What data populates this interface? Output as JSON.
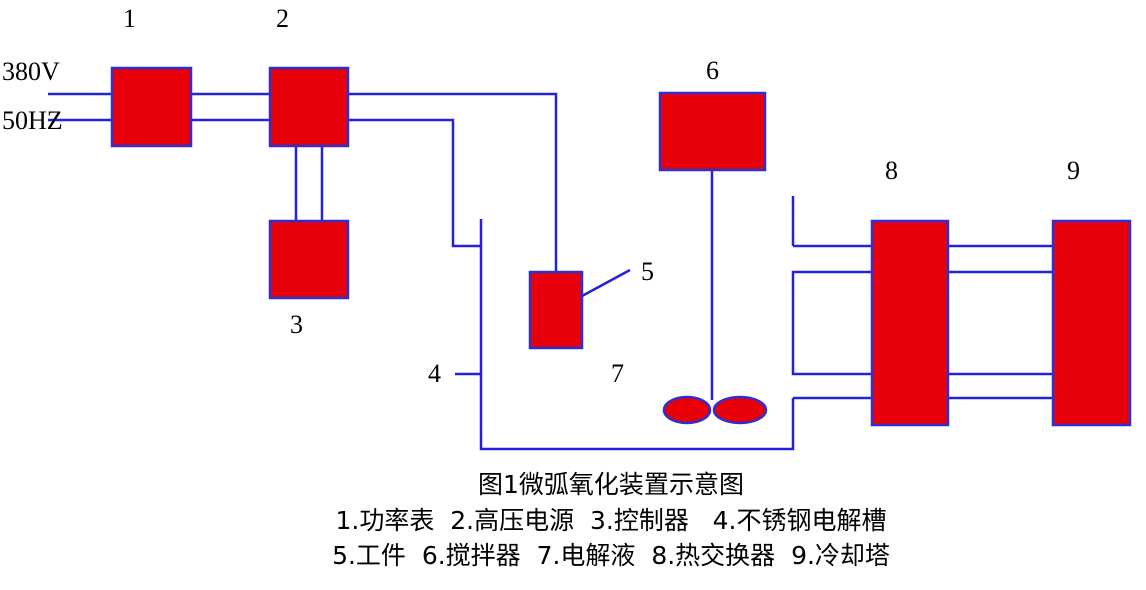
{
  "input_labels": {
    "voltage": "380V",
    "frequency": "50HZ"
  },
  "component_numbers": {
    "n1": "1",
    "n2": "2",
    "n3": "3",
    "n4": "4",
    "n5": "5",
    "n6": "6",
    "n7": "7",
    "n8": "8",
    "n9": "9"
  },
  "caption": {
    "title": "图1微弧氧化装置示意图",
    "legend_line1": "1.功率表  2.高压电源  3.控制器   4.不锈钢电解槽",
    "legend_line2": "5.工件  6.搅拌器  7.电解液  8.热交换器  9.冷却塔"
  },
  "colors": {
    "component_fill": "#e8000b",
    "wire": "#2222dd"
  }
}
